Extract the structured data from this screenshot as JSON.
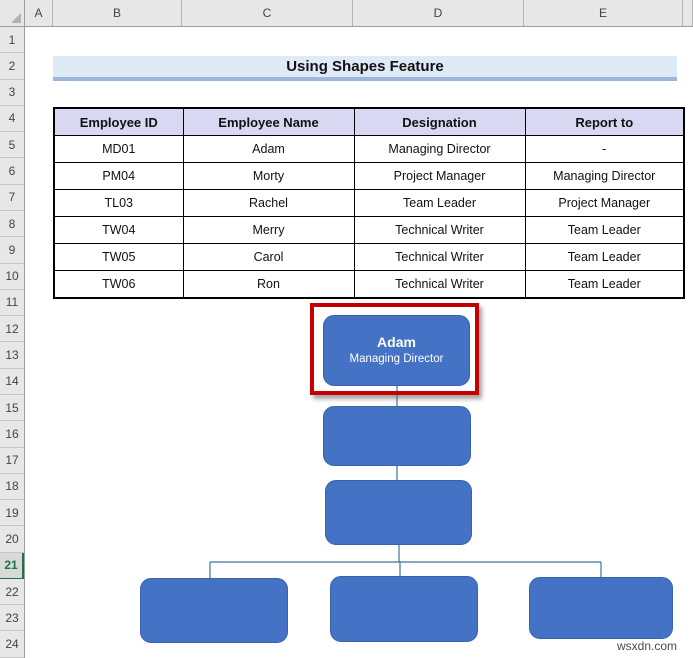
{
  "sheet": {
    "columns": [
      {
        "label": "A",
        "width": 28
      },
      {
        "label": "B",
        "width": 129
      },
      {
        "label": "C",
        "width": 171
      },
      {
        "label": "D",
        "width": 171
      },
      {
        "label": "E",
        "width": 159
      },
      {
        "label": "",
        "width": 10
      }
    ],
    "rows": [
      "1",
      "2",
      "3",
      "4",
      "5",
      "6",
      "7",
      "8",
      "9",
      "10",
      "11",
      "12",
      "13",
      "14",
      "15",
      "16",
      "17",
      "18",
      "19",
      "20",
      "21",
      "22",
      "23",
      "24"
    ],
    "selected_row": "21"
  },
  "title_banner": {
    "text": "Using Shapes Feature"
  },
  "table": {
    "headers": [
      "Employee ID",
      "Employee Name",
      "Designation",
      "Report to"
    ],
    "rows": [
      [
        "MD01",
        "Adam",
        "Managing Director",
        "-"
      ],
      [
        "PM04",
        "Morty",
        "Project Manager",
        "Managing Director"
      ],
      [
        "TL03",
        "Rachel",
        "Team Leader",
        "Project Manager"
      ],
      [
        "TW04",
        "Merry",
        "Technical Writer",
        "Team Leader"
      ],
      [
        "TW05",
        "Carol",
        "Technical Writer",
        "Team Leader"
      ],
      [
        "TW06",
        "Ron",
        "Technical Writer",
        "Team Leader"
      ]
    ]
  },
  "org_chart": {
    "top_shape": {
      "name": "Adam",
      "title": "Managing Director"
    }
  },
  "watermark": "wsxdn.com",
  "colors": {
    "shape_fill": "#4472C4",
    "shape_border": "#3A62AC",
    "highlight_red": "#C40000",
    "banner_fill": "#DEEAF6",
    "banner_border": "#9FB5D9",
    "table_header_fill": "#D9D8F2",
    "connector": "#41719C",
    "selected_row_green": "#217346"
  }
}
